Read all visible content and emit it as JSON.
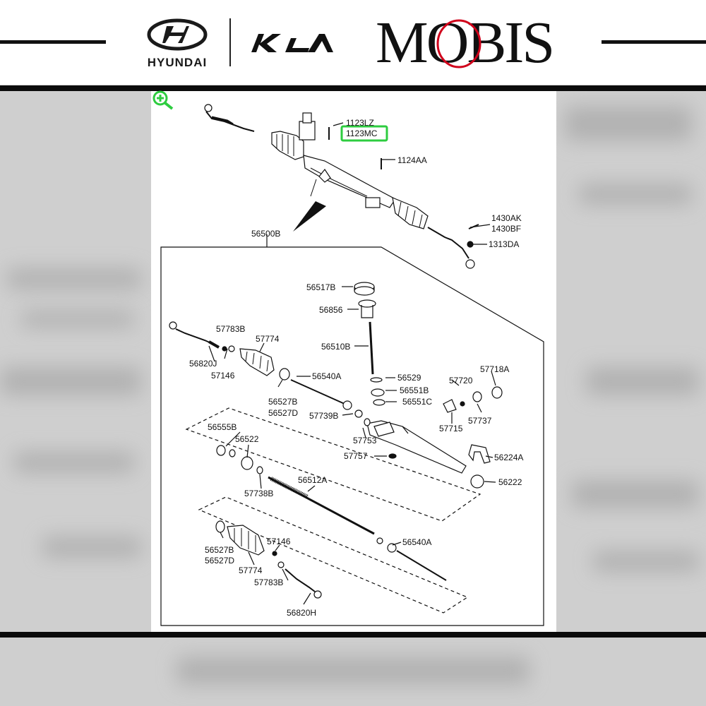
{
  "brands": {
    "hyundai": "HYUNDAI",
    "kia": "KIA",
    "mobis": "MOBIS"
  },
  "colors": {
    "highlight": "#2ecc40",
    "mobis_accent": "#d0021b",
    "ink": "#111111"
  },
  "icons": {
    "zoom": "zoom-in-icon"
  },
  "assembly": {
    "main_label": "56500B"
  },
  "parts": {
    "p1123LZ": "1123LZ",
    "p1123MC": "1123MC",
    "p1124AA": "1124AA",
    "p1430AK": "1430AK",
    "p1430BF": "1430BF",
    "p1313DA": "1313DA",
    "p56517B": "56517B",
    "p56856": "56856",
    "p56510B": "56510B",
    "p57783B_top": "57783B",
    "p57774_top": "57774",
    "p56820J": "56820J",
    "p57146_top": "57146",
    "p56540A_top": "56540A",
    "p56529": "56529",
    "p56551B": "56551B",
    "p56551C": "56551C",
    "p57720": "57720",
    "p57718A": "57718A",
    "p56527B_top": "56527B",
    "p56527D_top": "56527D",
    "p57739B": "57739B",
    "p57715": "57715",
    "p57737": "57737",
    "p56555B": "56555B",
    "p56522": "56522",
    "p57753": "57753",
    "p56224A": "56224A",
    "p57757": "57757",
    "p56222": "56222",
    "p56512A": "56512A",
    "p57738B": "57738B",
    "p56527B_bot": "56527B",
    "p56527D_bot": "56527D",
    "p57774_bot": "57774",
    "p57146_bot": "57146",
    "p56540A_bot": "56540A",
    "p57783B_bot": "57783B",
    "p56820H": "56820H"
  }
}
